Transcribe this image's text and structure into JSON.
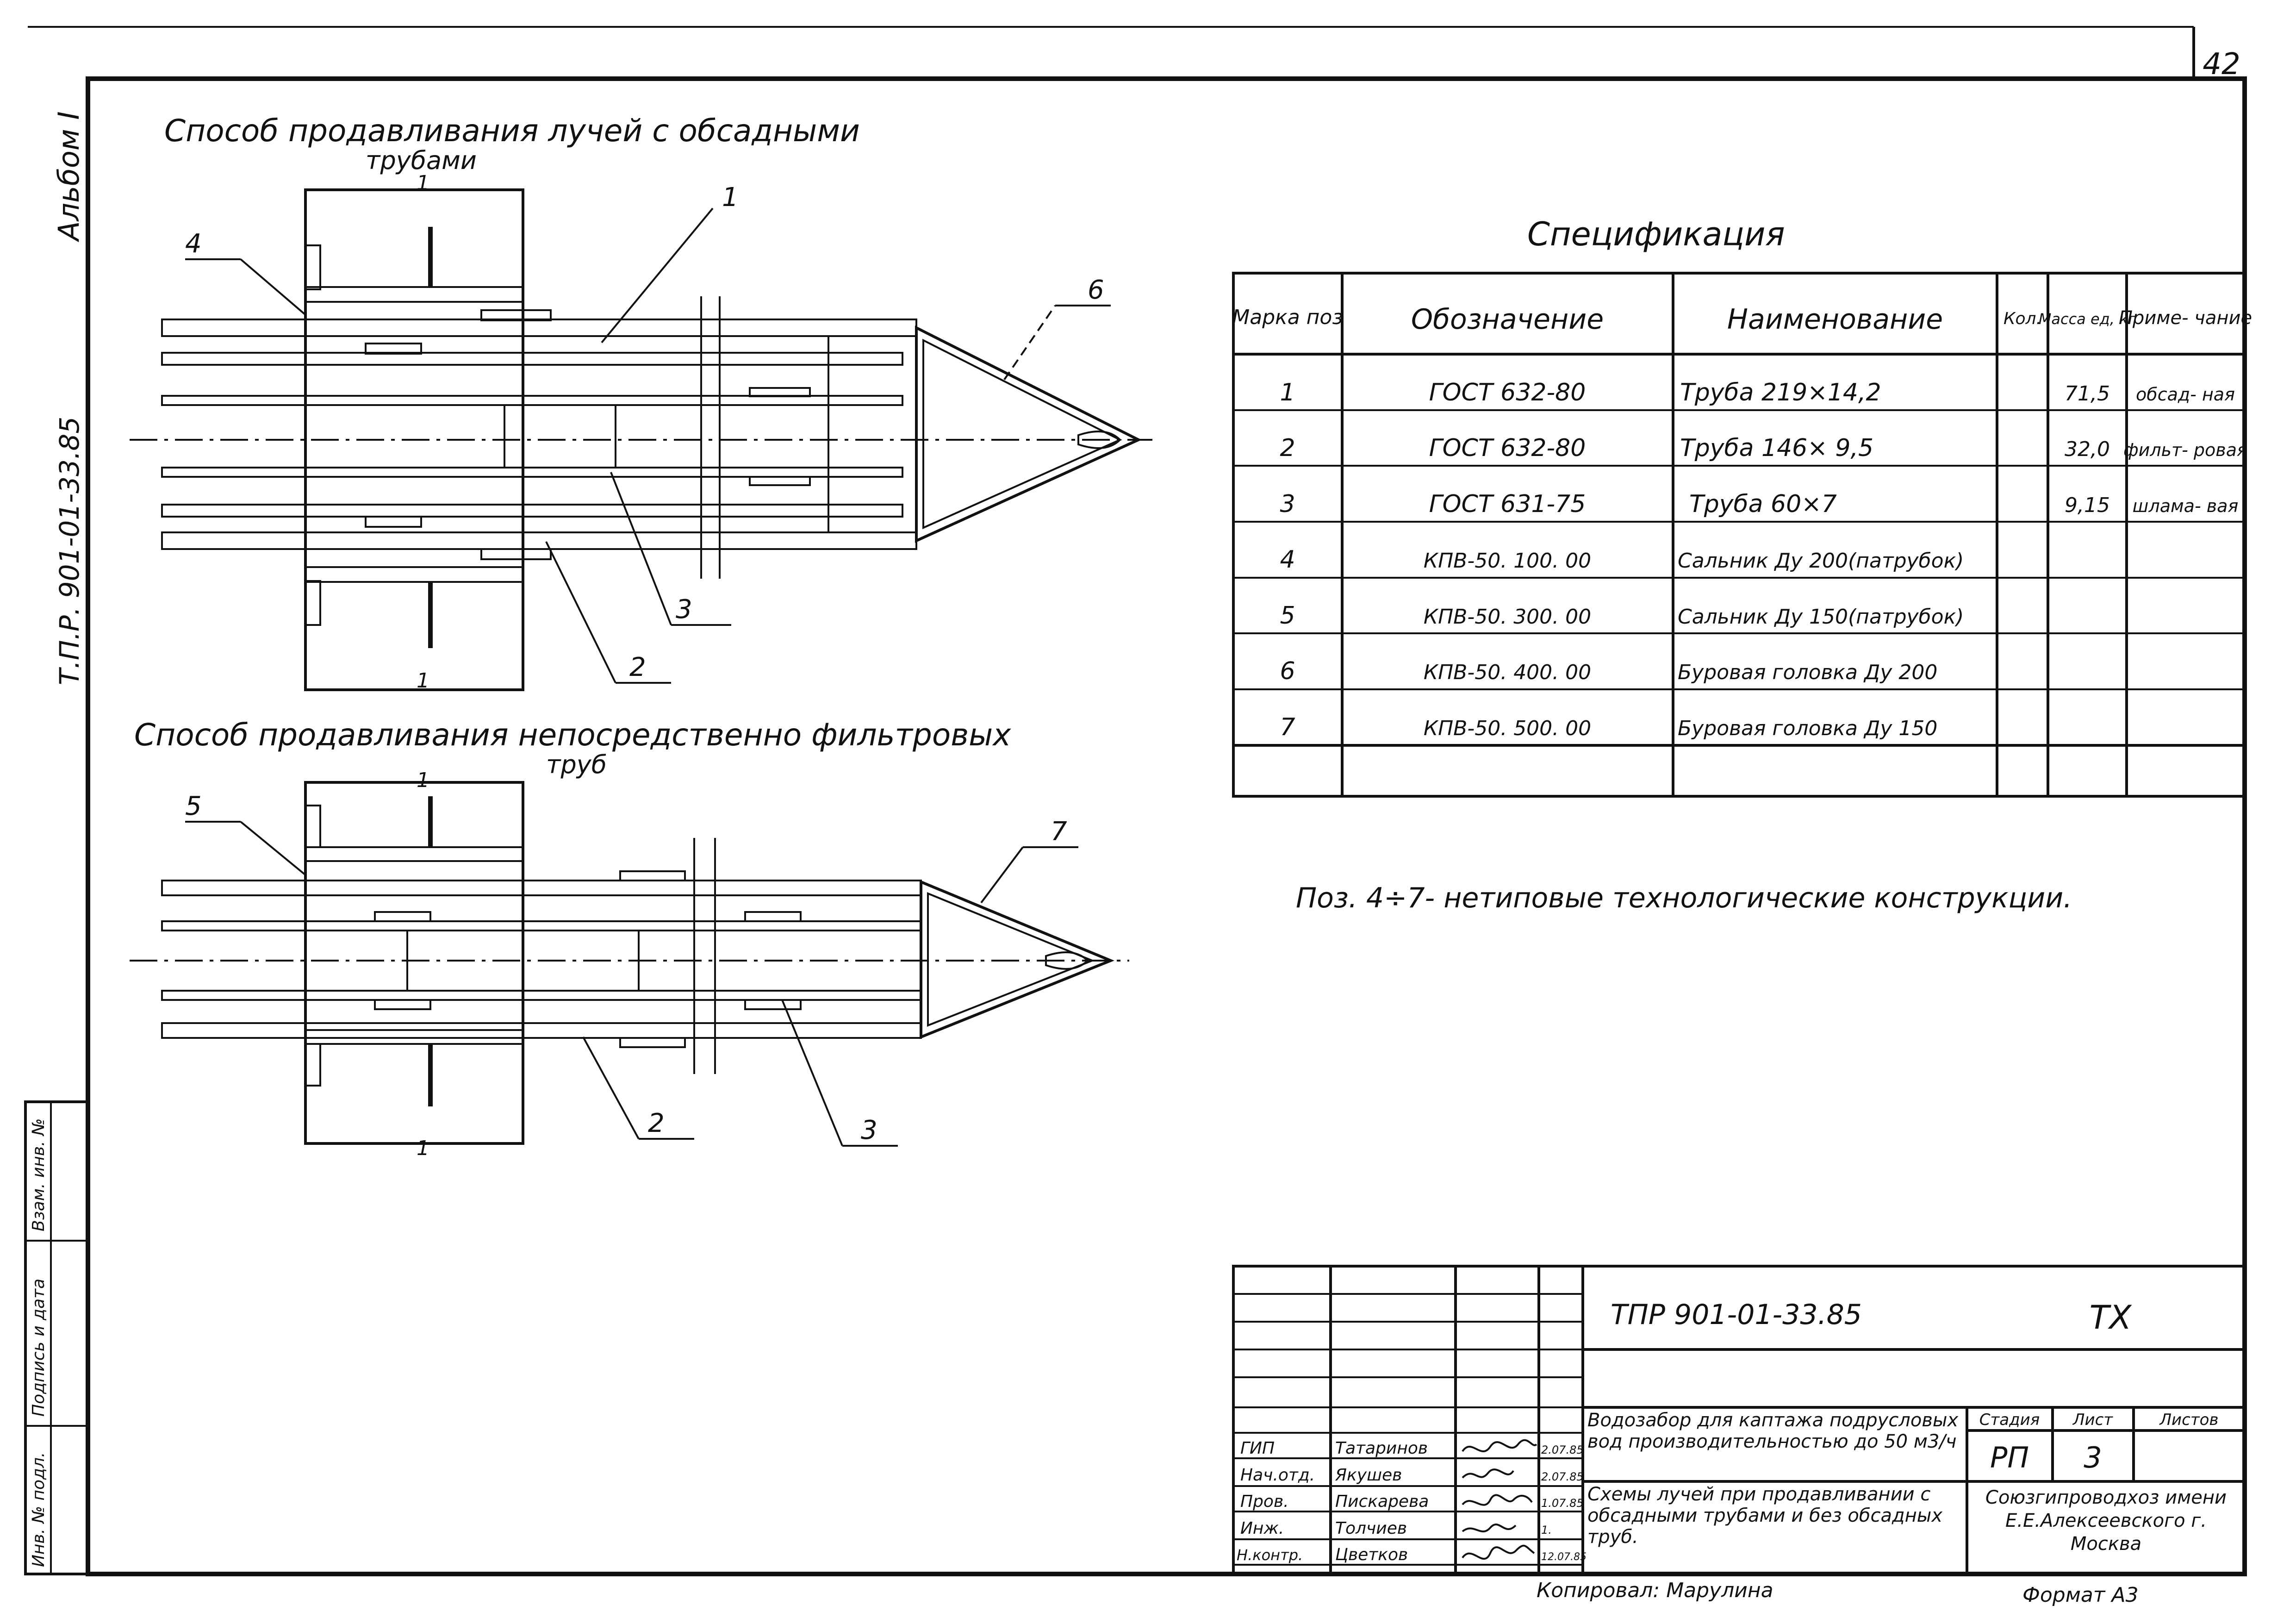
{
  "sheet_number": "42",
  "album_label": "Альбом I",
  "side_code": "Т.П.Р. 901-01-33.85",
  "side_stamps": [
    "Взам. инв. №",
    "Подпись и дата",
    "Инв. № подл."
  ],
  "top_drawing": {
    "title_line1": "Способ продавливания лучей с обсадными",
    "title_line2": "трубами",
    "section_mark": "1",
    "callouts": [
      "4",
      "1",
      "6",
      "3",
      "2"
    ]
  },
  "bottom_drawing": {
    "title_line1": "Способ продавливания непосредственно фильтровых",
    "title_line2": "труб",
    "section_mark": "1",
    "callouts": [
      "5",
      "7",
      "2",
      "3"
    ]
  },
  "specification": {
    "title": "Спецификация",
    "headers": [
      "Марка поз",
      "Обозначение",
      "Наименование",
      "Кол.",
      "Масса ед, кг",
      "Приме- чание"
    ],
    "rows": [
      {
        "pos": "1",
        "designation": "ГОСТ 632-80",
        "name": "Труба 219×14,2",
        "qty": "",
        "mass": "71,5",
        "note": "обсад- ная"
      },
      {
        "pos": "2",
        "designation": "ГОСТ 632-80",
        "name": "Труба 146× 9,5",
        "qty": "",
        "mass": "32,0",
        "note": "фильт- ровая"
      },
      {
        "pos": "3",
        "designation": "ГОСТ 631-75",
        "name": "Труба 60×7",
        "qty": "",
        "mass": "9,15",
        "note": "шлама- вая"
      },
      {
        "pos": "4",
        "designation": "КПВ-50. 100. 00",
        "name": "Сальник Ду 200(патрубок)",
        "qty": "",
        "mass": "",
        "note": ""
      },
      {
        "pos": "5",
        "designation": "КПВ-50. 300. 00",
        "name": "Сальник Ду 150(патрубок)",
        "qty": "",
        "mass": "",
        "note": ""
      },
      {
        "pos": "6",
        "designation": "КПВ-50. 400. 00",
        "name": "Буровая головка Ду 200",
        "qty": "",
        "mass": "",
        "note": ""
      },
      {
        "pos": "7",
        "designation": "КПВ-50. 500. 00",
        "name": "Буровая головка Ду 150",
        "qty": "",
        "mass": "",
        "note": ""
      }
    ]
  },
  "note": "Поз. 4÷7- нетиповые технологические конструкции.",
  "title_block": {
    "project_code": "ТПР 901-01-33.85",
    "section_code": "ТХ",
    "object_name": "Водозабор для каптажа подрусловых вод производительностью до 50 м3/ч",
    "drawing_name": "Схемы лучей при продавливании с обсадными трубами и без обсадных труб.",
    "stage_label": "Стадия",
    "sheet_label": "Лист",
    "sheets_label": "Листов",
    "stage": "РП",
    "sheet": "3",
    "organization": "Союзгипроводхоз имени Е.Е.Алексеевского г. Москва",
    "people": [
      {
        "role": "ГИП",
        "name": "Татаринов",
        "date": "2.07.85"
      },
      {
        "role": "Нач.отд.",
        "name": "Якушев",
        "date": "2.07.85"
      },
      {
        "role": "Пров.",
        "name": "Пискарева",
        "date": "1.07.85"
      },
      {
        "role": "Инж.",
        "name": "Толчиев",
        "date": "1."
      },
      {
        "role": "Н.контр.",
        "name": "Цветков",
        "date": "12.07.85"
      }
    ]
  },
  "copied_by": "Копировал: Марулина",
  "format": "Формат А3"
}
